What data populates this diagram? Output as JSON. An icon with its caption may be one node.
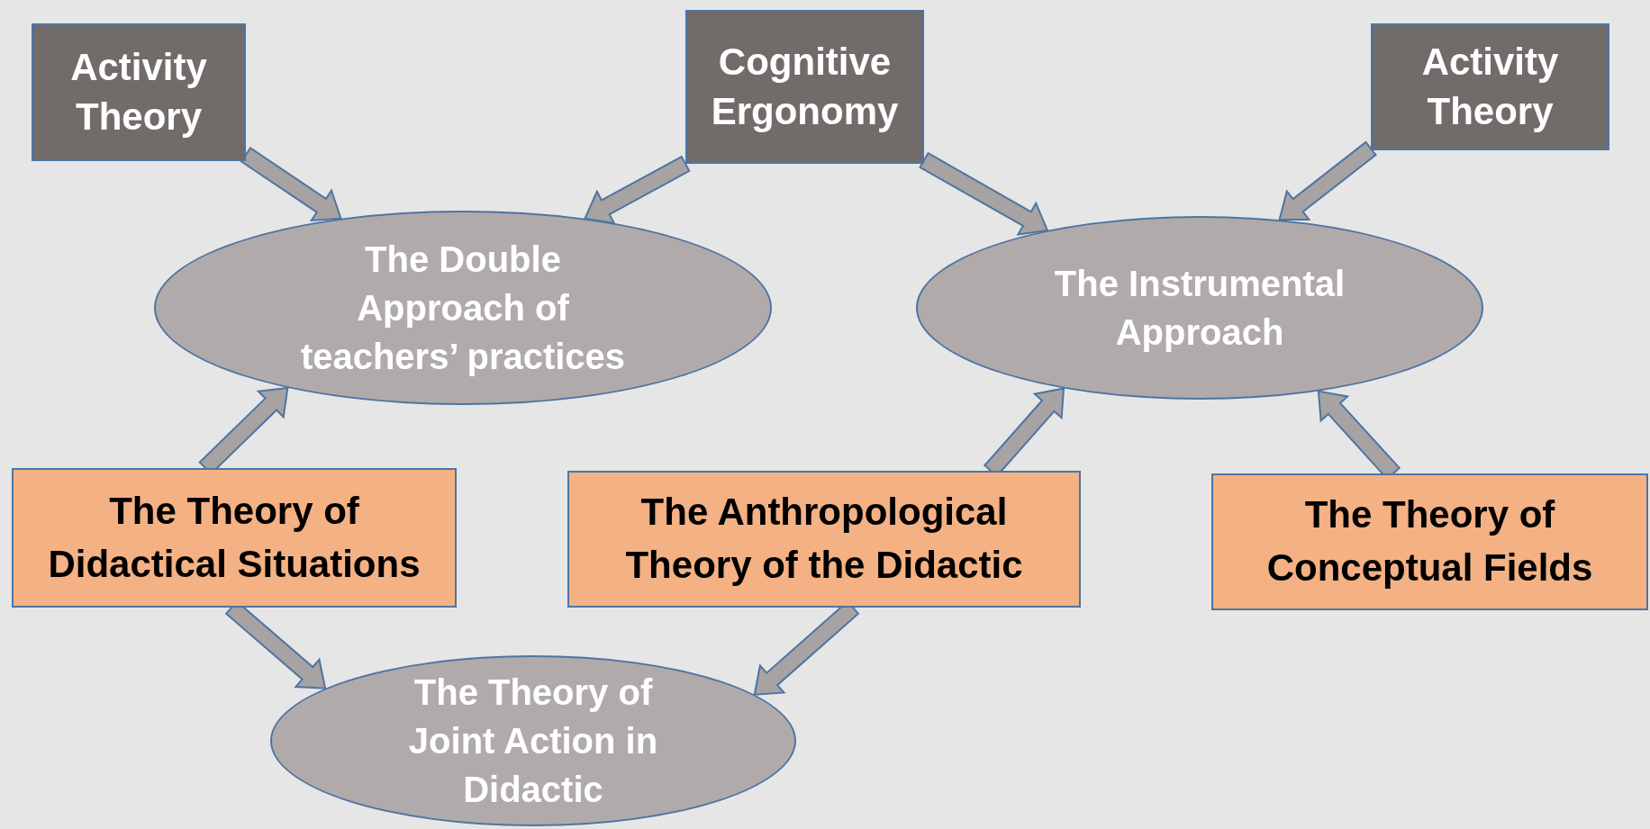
{
  "diagram": {
    "nodes": [
      {
        "text": [
          "Activity Theory"
        ]
      },
      {
        "text": [
          "Cognitive Ergonomy"
        ]
      },
      {
        "text": [
          "Activity Theory"
        ]
      },
      {
        "text": [
          "The Double Approach of teachers’ practices"
        ]
      },
      {
        "text": [
          "The Instrumental Approach"
        ]
      },
      {
        "text": [
          "The Theory of Didactical Situations"
        ]
      },
      {
        "text": [
          "The Anthropological Theory of the Didactic"
        ]
      },
      {
        "text": [
          "The Theory of Conceptual Fields"
        ]
      },
      {
        "text": [
          "The Theory of Joint Action in Didactic"
        ]
      }
    ],
    "edges": [
      {
        "from": 0,
        "to": 3,
        "arrow": "to"
      },
      {
        "from": 1,
        "to": 3,
        "arrow": "to"
      },
      {
        "from": 1,
        "to": 4,
        "arrow": "to"
      },
      {
        "from": 2,
        "to": 4,
        "arrow": "to"
      },
      {
        "from": 5,
        "to": 3,
        "arrow": "to"
      },
      {
        "from": 6,
        "to": 4,
        "arrow": "to"
      },
      {
        "from": 7,
        "to": 4,
        "arrow": "to"
      },
      {
        "from": 5,
        "to": 8,
        "arrow": "to"
      },
      {
        "from": 6,
        "to": 8,
        "arrow": "to"
      }
    ]
  }
}
